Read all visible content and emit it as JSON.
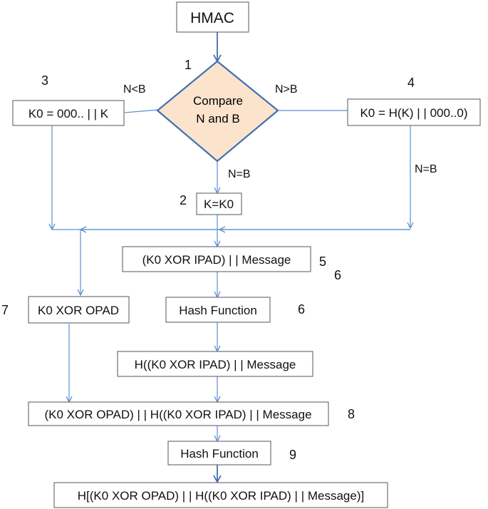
{
  "diagram": {
    "start": "HMAC",
    "decision_line1": "Compare",
    "decision_line2": "N and B",
    "nodes": {
      "k0_pad": "K0 = 000.. | | K",
      "k0_hash": "K0 = H(K) | | 000..0)",
      "k_eq_k0": "K=K0",
      "ipad_msg": "(K0  XOR IPAD) | |  Message",
      "opad": "K0 XOR OPAD",
      "hash1": "Hash Function",
      "h_inner": "H((K0 XOR IPAD) | | Message",
      "concat": "(K0 XOR OPAD) | | H((K0 XOR IPAD) | | Message",
      "hash2": "Hash Function",
      "final": "H[(K0 XOR OPAD) | | H((K0 XOR IPAD) | | Message)]"
    },
    "edge_labels": {
      "lt": "N<B",
      "gt": "N>B",
      "eq_center": "N=B",
      "eq_right": "N=B"
    },
    "step_numbers": {
      "s1": "1",
      "s2": "2",
      "s3": "3",
      "s4": "4",
      "s5": "5",
      "s6a": "6",
      "s6b": "6",
      "s7": "7",
      "s8": "8",
      "s9": "9"
    },
    "colors": {
      "edge": "#5b8fd0",
      "decision_fill": "#fbe3cc",
      "decision_stroke": "#3f6fb2",
      "box_stroke": "#555555"
    }
  }
}
